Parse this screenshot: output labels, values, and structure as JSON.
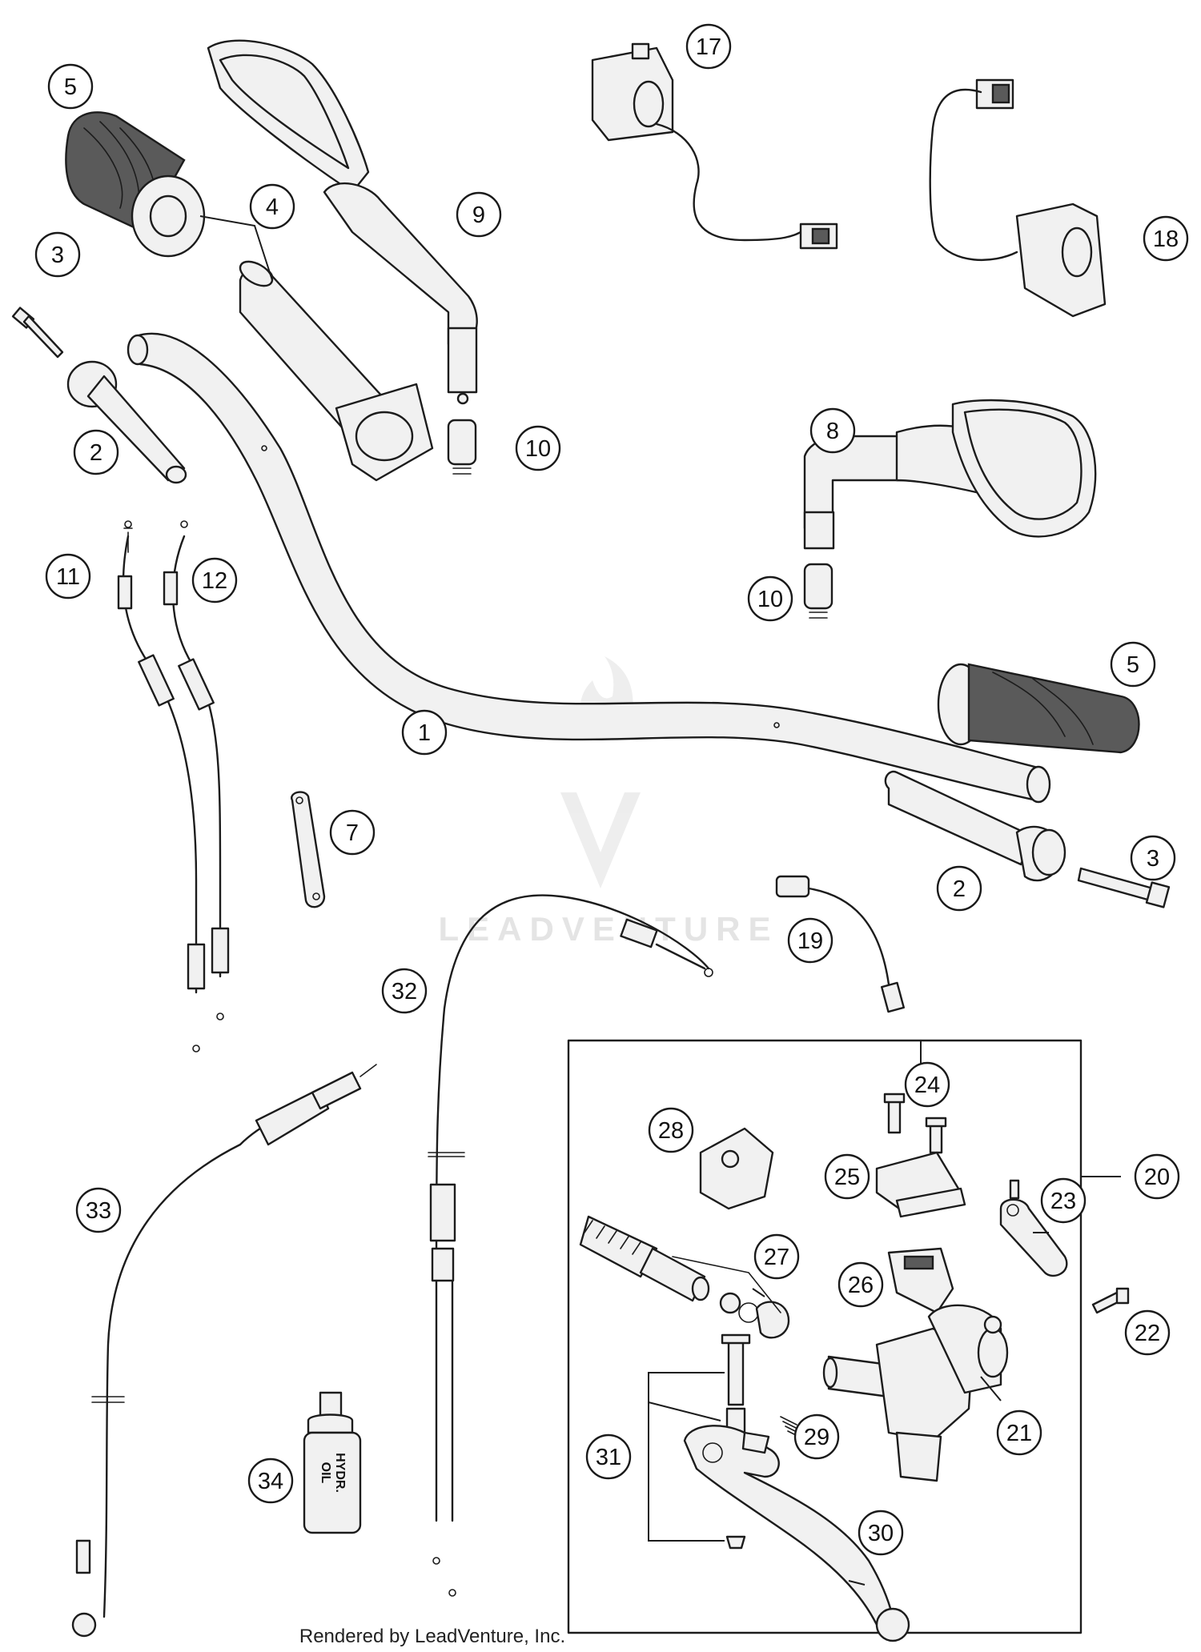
{
  "callouts": [
    {
      "id": "c5a",
      "label": "5"
    },
    {
      "id": "c4",
      "label": "4"
    },
    {
      "id": "c3a",
      "label": "3"
    },
    {
      "id": "c2a",
      "label": "2"
    },
    {
      "id": "c9",
      "label": "9"
    },
    {
      "id": "c10a",
      "label": "10"
    },
    {
      "id": "c17",
      "label": "17"
    },
    {
      "id": "c18",
      "label": "18"
    },
    {
      "id": "c8",
      "label": "8"
    },
    {
      "id": "c10b",
      "label": "10"
    },
    {
      "id": "c11",
      "label": "11"
    },
    {
      "id": "c12",
      "label": "12"
    },
    {
      "id": "c5b",
      "label": "5"
    },
    {
      "id": "c1",
      "label": "1"
    },
    {
      "id": "c7",
      "label": "7"
    },
    {
      "id": "c3b",
      "label": "3"
    },
    {
      "id": "c2b",
      "label": "2"
    },
    {
      "id": "c19",
      "label": "19"
    },
    {
      "id": "c32",
      "label": "32"
    },
    {
      "id": "c24",
      "label": "24"
    },
    {
      "id": "c28",
      "label": "28"
    },
    {
      "id": "c25",
      "label": "25"
    },
    {
      "id": "c20",
      "label": "20"
    },
    {
      "id": "c23",
      "label": "23"
    },
    {
      "id": "c27",
      "label": "27"
    },
    {
      "id": "c26",
      "label": "26"
    },
    {
      "id": "c22",
      "label": "22"
    },
    {
      "id": "c33",
      "label": "33"
    },
    {
      "id": "c21",
      "label": "21"
    },
    {
      "id": "c31",
      "label": "31"
    },
    {
      "id": "c29",
      "label": "29"
    },
    {
      "id": "c34",
      "label": "34"
    },
    {
      "id": "c30",
      "label": "30"
    }
  ],
  "bottle_label": "HYDR.\nOIL",
  "watermark": "LEADVENTURE",
  "footer": "Rendered by LeadVenture, Inc.",
  "colors": {
    "ink": "#1c1c1c",
    "fill": "#f1f1f1",
    "watermark": "#e4e4e4"
  }
}
